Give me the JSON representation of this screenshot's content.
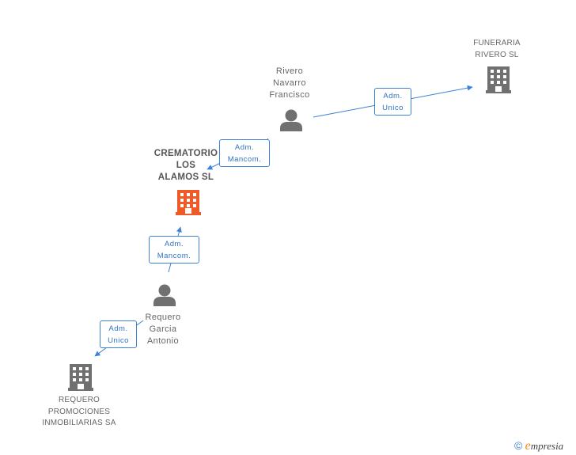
{
  "nodes": {
    "funeraria": {
      "name_lines": [
        "FUNERARIA",
        "RIVERO SL"
      ]
    },
    "rivero": {
      "name_lines": [
        "Rivero",
        "Navarro",
        "Francisco"
      ]
    },
    "crematorio": {
      "name_lines": [
        "CREMATORIO",
        "LOS",
        "ALAMOS SL"
      ]
    },
    "requero_person": {
      "name_lines": [
        "Requero",
        "Garcia",
        "Antonio"
      ]
    },
    "requero_company": {
      "name_lines": [
        "REQUERO",
        "PROMOCIONES",
        "INMOBILIARIAS SA"
      ]
    }
  },
  "edges": {
    "rivero_funeraria": {
      "label_lines": [
        "Adm.",
        "Unico"
      ]
    },
    "rivero_crematorio": {
      "label_lines": [
        "Adm.",
        "Mancom."
      ]
    },
    "requero_crematorio": {
      "label_lines": [
        "Adm.",
        "Mancom."
      ]
    },
    "requero_company": {
      "label_lines": [
        "Adm.",
        "Unico"
      ]
    }
  },
  "footer": {
    "copyright": "©",
    "brand_initial": "e",
    "brand_rest": "mpresia"
  },
  "colors": {
    "edge": "#3d82d6",
    "node_gray": "#707070",
    "node_focus": "#f05a28"
  },
  "icons": {
    "company": "building-icon",
    "person": "person-icon"
  }
}
